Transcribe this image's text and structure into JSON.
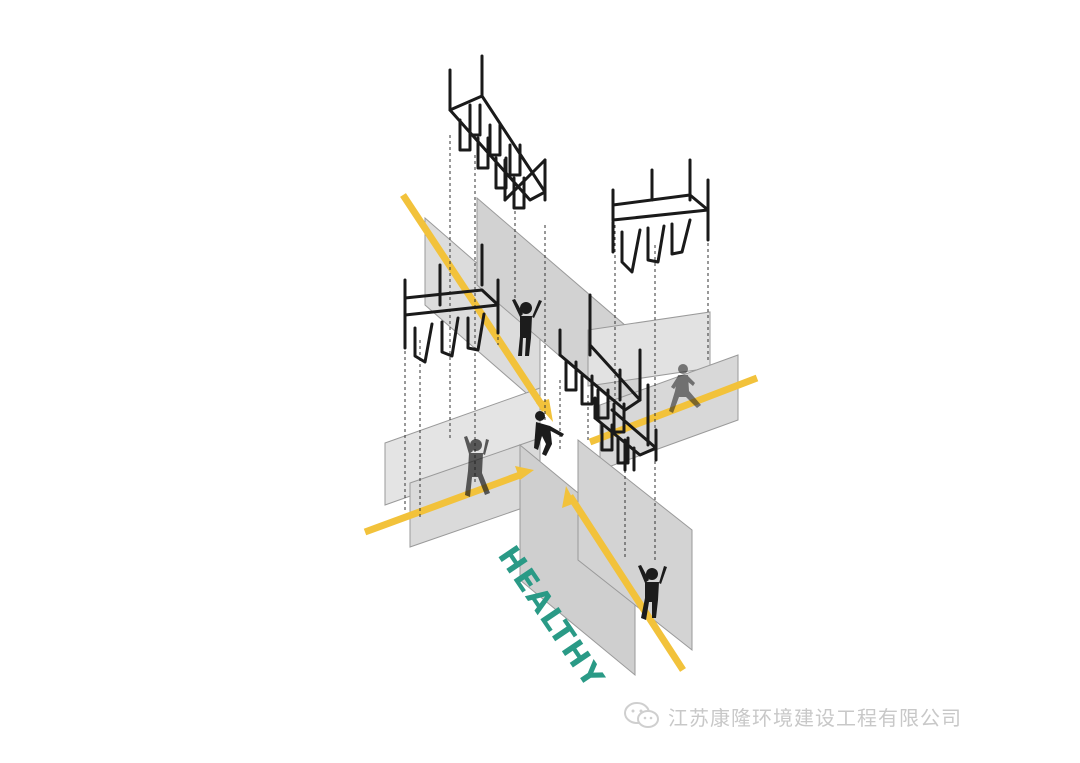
{
  "diagram": {
    "label": "HEALTHY",
    "colors": {
      "path": "#f2c23b",
      "wall": "#d6d6d6",
      "wall_edge": "#8a8a8a",
      "frame": "#1a1a1a",
      "label": "#2a9a86",
      "person": "#1c1c1c"
    },
    "elements": [
      "climbing-frame",
      "climbing-frame",
      "climbing-frame",
      "climbing-frame",
      "climbing-frame",
      "wall-panel",
      "path-arrow",
      "person-silhouette"
    ]
  },
  "watermark": {
    "icon": "wechat-icon",
    "text": "江苏康隆环境建设工程有限公司"
  }
}
